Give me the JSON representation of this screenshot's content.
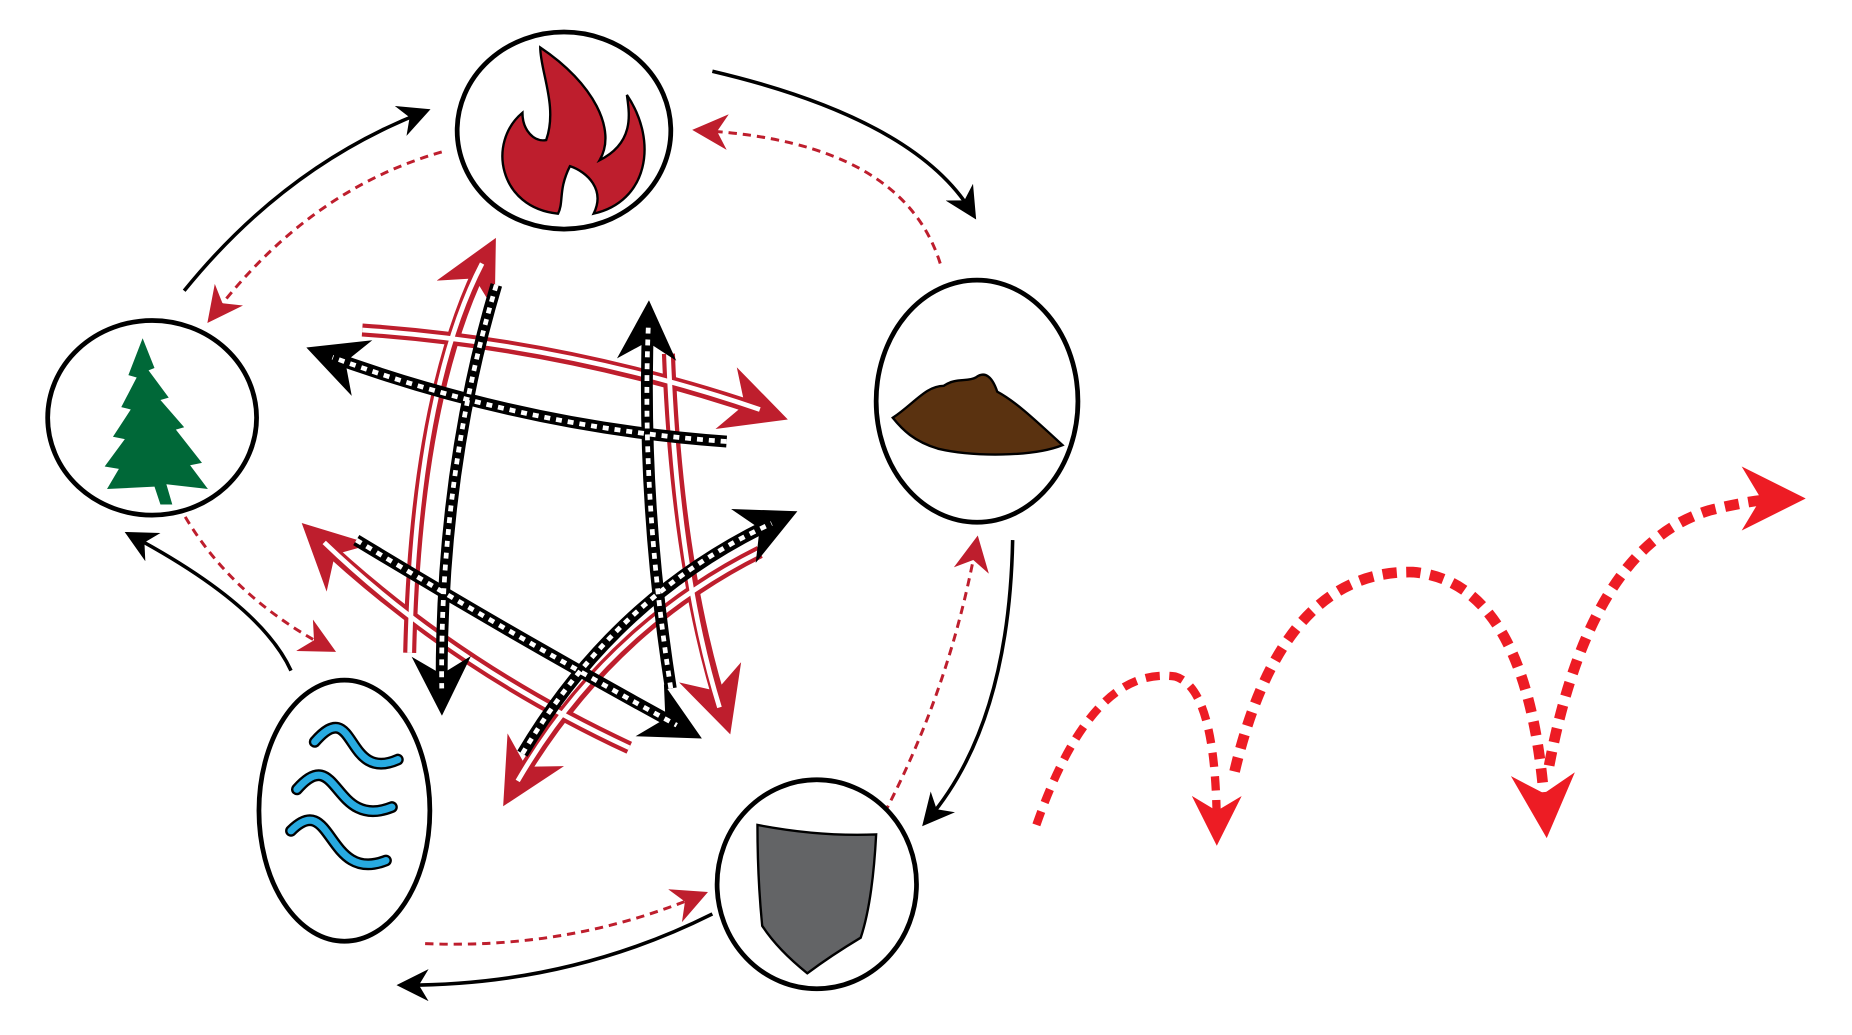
{
  "diagram": {
    "nodes": [
      {
        "id": "fire",
        "icon": "flame-icon",
        "color": "#be1e2d"
      },
      {
        "id": "earth",
        "icon": "soil-pile-icon",
        "color": "#5a3210"
      },
      {
        "id": "metal",
        "icon": "shield-icon",
        "color": "#636466"
      },
      {
        "id": "water",
        "icon": "waves-icon",
        "color": "#27aae1"
      },
      {
        "id": "wood",
        "icon": "pine-tree-icon",
        "color": "#006838"
      }
    ],
    "colors": {
      "generating_arrow": "#000000",
      "reverse_arrow": "#be1e2d",
      "bouncing_arrow": "#ed1c24",
      "node_outline": "#000000"
    }
  }
}
